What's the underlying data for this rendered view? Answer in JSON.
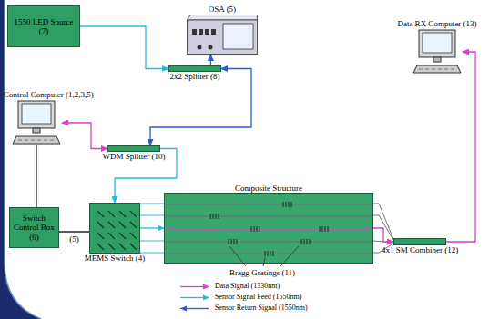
{
  "diagram": {
    "nodes": [
      {
        "text": [
          "1550 LED Source (7)"
        ]
      },
      {
        "text": [
          "OSA (5)"
        ]
      },
      {
        "text": [
          "2x2 Splitter (8)"
        ]
      },
      {
        "text": [
          "Data RX Computer (13)"
        ]
      },
      {
        "text": [
          "Control Computer (1,2,3,5)"
        ]
      },
      {
        "text": [
          "WDM Splitter (10)"
        ]
      },
      {
        "text": [
          "Switch Control Box (6)"
        ]
      },
      {
        "text": [
          "MEMS Switch (4)"
        ]
      },
      {
        "text": [
          "Composite Structure"
        ]
      },
      {
        "text": [
          "4x1 SM Combiner (12)"
        ]
      }
    ],
    "edges": [
      {
        "from": 0,
        "to": 2,
        "arrow": "to"
      },
      {
        "from": 2,
        "to": 1,
        "arrow": "to"
      },
      {
        "from": 2,
        "to": 5,
        "arrow": "both"
      },
      {
        "from": 4,
        "to": 5,
        "arrow": "both"
      },
      {
        "from": 4,
        "to": 6,
        "arrow": "none"
      },
      {
        "from": 6,
        "to": 7,
        "label": "(5)",
        "arrow": "none"
      },
      {
        "from": 5,
        "to": 7,
        "arrow": "to"
      },
      {
        "from": 7,
        "to": 8,
        "arrow": "to"
      },
      {
        "from": 8,
        "to": 9,
        "arrow": "to"
      },
      {
        "from": 9,
        "to": 3,
        "arrow": "to"
      }
    ],
    "labels": [
      "Bragg Gratings (11)"
    ],
    "legend": [
      {
        "text": "Data Signal (1330nm)"
      },
      {
        "text": "Sensor Signal Feed (1550nm)"
      },
      {
        "text": "Sensor Return Signal (1550nm)"
      }
    ]
  }
}
